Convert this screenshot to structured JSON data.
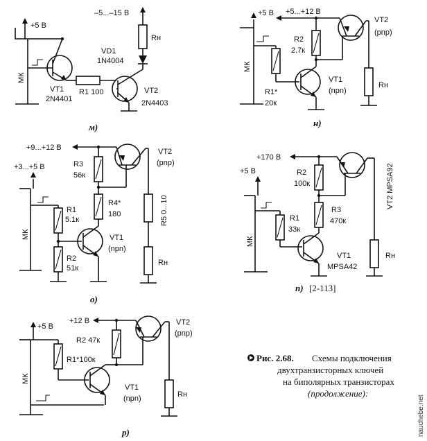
{
  "figure": {
    "number": "Рис. 2.68.",
    "caption_lines": [
      "Схемы подключения",
      "двухтранзисторных ключей",
      "на биполярных транзисторах"
    ],
    "caption_tail": "(продолжение):",
    "watermark": "nauchebe.net"
  },
  "schematics": {
    "m": {
      "caption": "м)",
      "supply": "+5 В",
      "load_supply": "–5...–15 В",
      "mk": "МК",
      "vt1_name": "VT1",
      "vt1_part": "2N4401",
      "r1": "R1 100",
      "vd1_name": "VD1",
      "vd1_part": "1N4004",
      "load": "Rн",
      "vt2_name": "VT2",
      "vt2_part": "2N4403"
    },
    "n": {
      "caption": "н)",
      "supply": "+5 В",
      "load_supply": "+5...+12 В",
      "mk": "МК",
      "r2_name": "R2",
      "r2_val": "2.7к",
      "r1_name": "R1*",
      "r1_val": "20к",
      "vt1_name": "VT1",
      "vt1_type": "(npn)",
      "vt2_name": "VT2",
      "vt2_type": "(pnp)",
      "load": "Rн"
    },
    "o": {
      "caption": "о)",
      "load_supply": "+9...+12 В",
      "supply": "+3...+5 В",
      "mk": "МК",
      "r3_name": "R3",
      "r3_val": "56к",
      "r4_name": "R4*",
      "r4_val": "180",
      "r1_name": "R1",
      "r1_val": "5.1к",
      "r2_name": "R2",
      "r2_val": "51к",
      "r5": "R5 0...10",
      "vt1_name": "VT1",
      "vt1_type": "(npn)",
      "vt2_name": "VT2",
      "vt2_type": "(pnp)",
      "load": "Rн"
    },
    "p": {
      "caption": "п)",
      "ref": "[2-113]",
      "load_supply": "+170 В",
      "supply": "+5 В",
      "mk": "МК",
      "r2_name": "R2",
      "r2_val": "100к",
      "r3_name": "R3",
      "r3_val": "470к",
      "r1_name": "R1",
      "r1_val": "33к",
      "vt1_name": "VT1",
      "vt1_part": "MPSA42",
      "vt2": "VT2 MPSA92",
      "load": "Rн"
    },
    "r": {
      "caption": "р)",
      "supply": "+5 В",
      "load_supply": "+12 В",
      "mk": "МК",
      "r2": "R2 47к",
      "r1": "R1*100к",
      "vt1_name": "VT1",
      "vt1_type": "(npn)",
      "vt2_name": "VT2",
      "vt2_type": "(pnp)",
      "load": "Rн"
    }
  }
}
